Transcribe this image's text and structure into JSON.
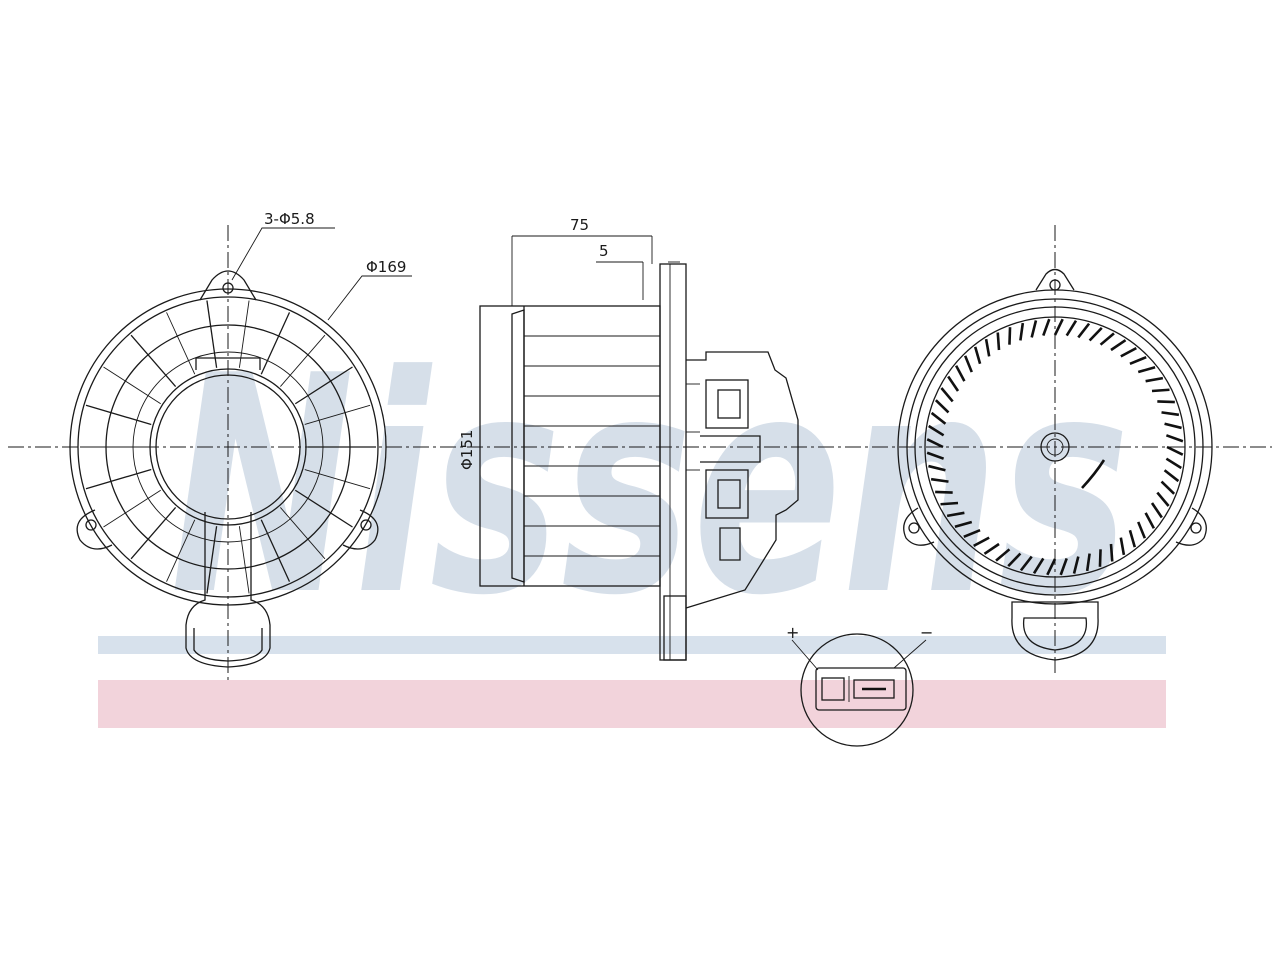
{
  "watermark": {
    "brand": "Nissens",
    "color": "#cfdae6",
    "band_blue": "#d7e1ec",
    "band_pink": "#f2d3db"
  },
  "front_view": {
    "hole_callout": "3-Φ5.8",
    "diameter_callout": "Φ169"
  },
  "side_view": {
    "width_dim": "75",
    "offset_dim": "5",
    "height_dim": "Φ151"
  },
  "connector": {
    "plus_label": "+",
    "minus_label": "−"
  }
}
